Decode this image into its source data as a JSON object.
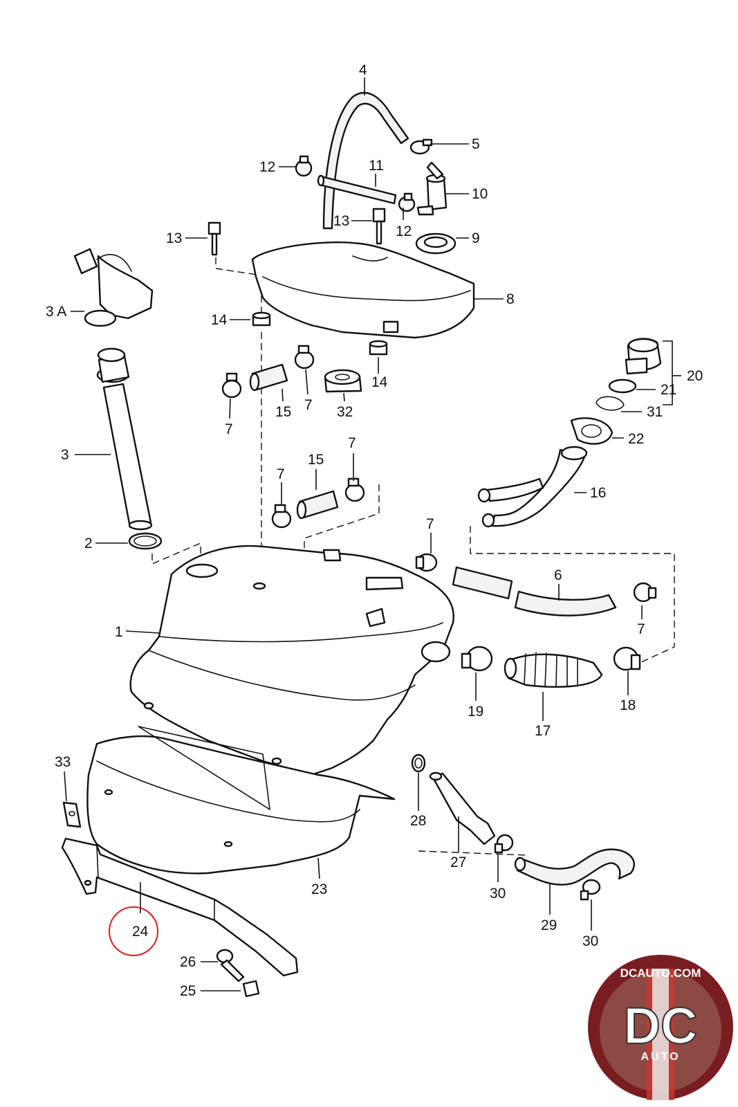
{
  "callouts": [
    {
      "id": "4",
      "text": "4"
    },
    {
      "id": "5",
      "text": "5"
    },
    {
      "id": "12a",
      "text": "12"
    },
    {
      "id": "11",
      "text": "11"
    },
    {
      "id": "10",
      "text": "10"
    },
    {
      "id": "13a",
      "text": "13"
    },
    {
      "id": "13b",
      "text": "13"
    },
    {
      "id": "12b",
      "text": "12"
    },
    {
      "id": "9",
      "text": "9"
    },
    {
      "id": "8",
      "text": "8"
    },
    {
      "id": "3A",
      "text": "3 A"
    },
    {
      "id": "14a",
      "text": "14"
    },
    {
      "id": "14b",
      "text": "14"
    },
    {
      "id": "7a",
      "text": "7"
    },
    {
      "id": "15a",
      "text": "15"
    },
    {
      "id": "7b",
      "text": "7"
    },
    {
      "id": "32",
      "text": "32"
    },
    {
      "id": "20",
      "text": "20"
    },
    {
      "id": "21",
      "text": "21"
    },
    {
      "id": "31",
      "text": "31"
    },
    {
      "id": "22",
      "text": "22"
    },
    {
      "id": "3",
      "text": "3"
    },
    {
      "id": "15b",
      "text": "15"
    },
    {
      "id": "7c",
      "text": "7"
    },
    {
      "id": "7d",
      "text": "7"
    },
    {
      "id": "16",
      "text": "16"
    },
    {
      "id": "2",
      "text": "2"
    },
    {
      "id": "7e",
      "text": "7"
    },
    {
      "id": "6",
      "text": "6"
    },
    {
      "id": "1",
      "text": "1"
    },
    {
      "id": "7f",
      "text": "7"
    },
    {
      "id": "19",
      "text": "19"
    },
    {
      "id": "17",
      "text": "17"
    },
    {
      "id": "18",
      "text": "18"
    },
    {
      "id": "33",
      "text": "33"
    },
    {
      "id": "28",
      "text": "28"
    },
    {
      "id": "27",
      "text": "27"
    },
    {
      "id": "23",
      "text": "23"
    },
    {
      "id": "30a",
      "text": "30"
    },
    {
      "id": "29",
      "text": "29"
    },
    {
      "id": "24",
      "text": "24"
    },
    {
      "id": "30b",
      "text": "30"
    },
    {
      "id": "26",
      "text": "26"
    },
    {
      "id": "25",
      "text": "25"
    }
  ],
  "highlighted_part": "24",
  "logo": {
    "site": "DCAUTO.COM",
    "mark": "DC",
    "word": "AUTO",
    "colors": {
      "ring": "#7a1d20",
      "inner": "#8d4a44",
      "accent": "#d42020"
    }
  }
}
